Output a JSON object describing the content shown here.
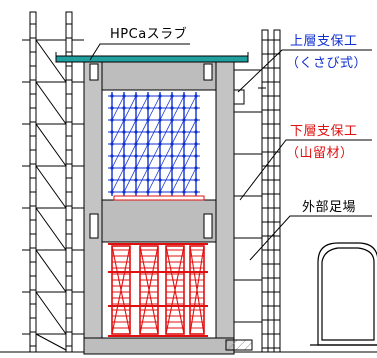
{
  "labels": {
    "hpca_slab": "HPCaスラブ",
    "upper_shoring": "上層支保工",
    "upper_shoring_type": "（くさび式）",
    "lower_shoring": "下層支保工",
    "lower_shoring_type": "（山留材）",
    "exterior_scaffold": "外部足場"
  },
  "colors": {
    "upper_shoring": "#1030d0",
    "lower_shoring": "#e01010",
    "slab": "#20a0a0",
    "text": "#000000",
    "concrete": "#bdbdbd",
    "line": "#000000"
  }
}
